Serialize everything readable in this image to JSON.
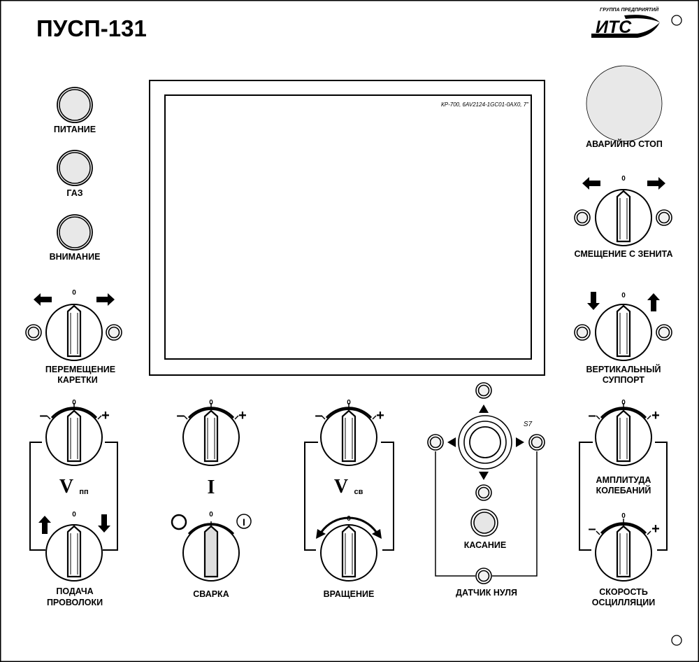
{
  "title": "ПУСП-131",
  "logo": {
    "tagline": "ГРУППА ПРЕДПРИЯТИЙ",
    "name": "ИТС"
  },
  "display": {
    "model": "КР-700, 6AV2124-1GC01-0AX0, 7\""
  },
  "lamps": {
    "power": "ПИТАНИЕ",
    "gas": "ГАЗ",
    "attention": "ВНИМАНИЕ"
  },
  "emergency_stop": "АВАРИЙНО СТОП",
  "switches": {
    "zenith": {
      "label": "СМЕЩЕНИЕ С ЗЕНИТА",
      "zero": "0"
    },
    "vertical": {
      "label1": "ВЕРТИКАЛЬНЫЙ",
      "label2": "СУППОРТ",
      "zero": "0"
    },
    "carriage": {
      "label1": "ПЕРЕМЕЩЕНИЕ",
      "label2": "КАРЕТКИ",
      "zero": "0"
    },
    "vpp": {
      "symbol": "V",
      "subscript": "пп",
      "zero": "0",
      "minus": "–",
      "plus": "+"
    },
    "wire": {
      "label1": "ПОДАЧА",
      "label2": "ПРОВОЛОКИ",
      "zero": "0"
    },
    "current": {
      "symbol": "I",
      "zero": "0",
      "minus": "–",
      "plus": "+"
    },
    "weld": {
      "label": "СВАРКА",
      "zero": "0",
      "on": "I"
    },
    "vsv": {
      "symbol": "V",
      "subscript": "св",
      "zero": "0",
      "minus": "–",
      "plus": "+"
    },
    "rotation": {
      "label": "ВРАЩЕНИЕ",
      "zero": "0"
    },
    "amplitude": {
      "label1": "АМПЛИТУДА",
      "label2": "КОЛЕБАНИЙ",
      "zero": "0",
      "minus": "–",
      "plus": "+"
    },
    "oscillation": {
      "label1": "СКОРОСТЬ",
      "label2": "ОСЦИЛЛЯЦИИ",
      "zero": "0",
      "minus": "–",
      "plus": "+"
    }
  },
  "joystick": {
    "id": "S7"
  },
  "touch": "КАСАНИЕ",
  "zero_sensor": "ДАТЧИК НУЛЯ"
}
